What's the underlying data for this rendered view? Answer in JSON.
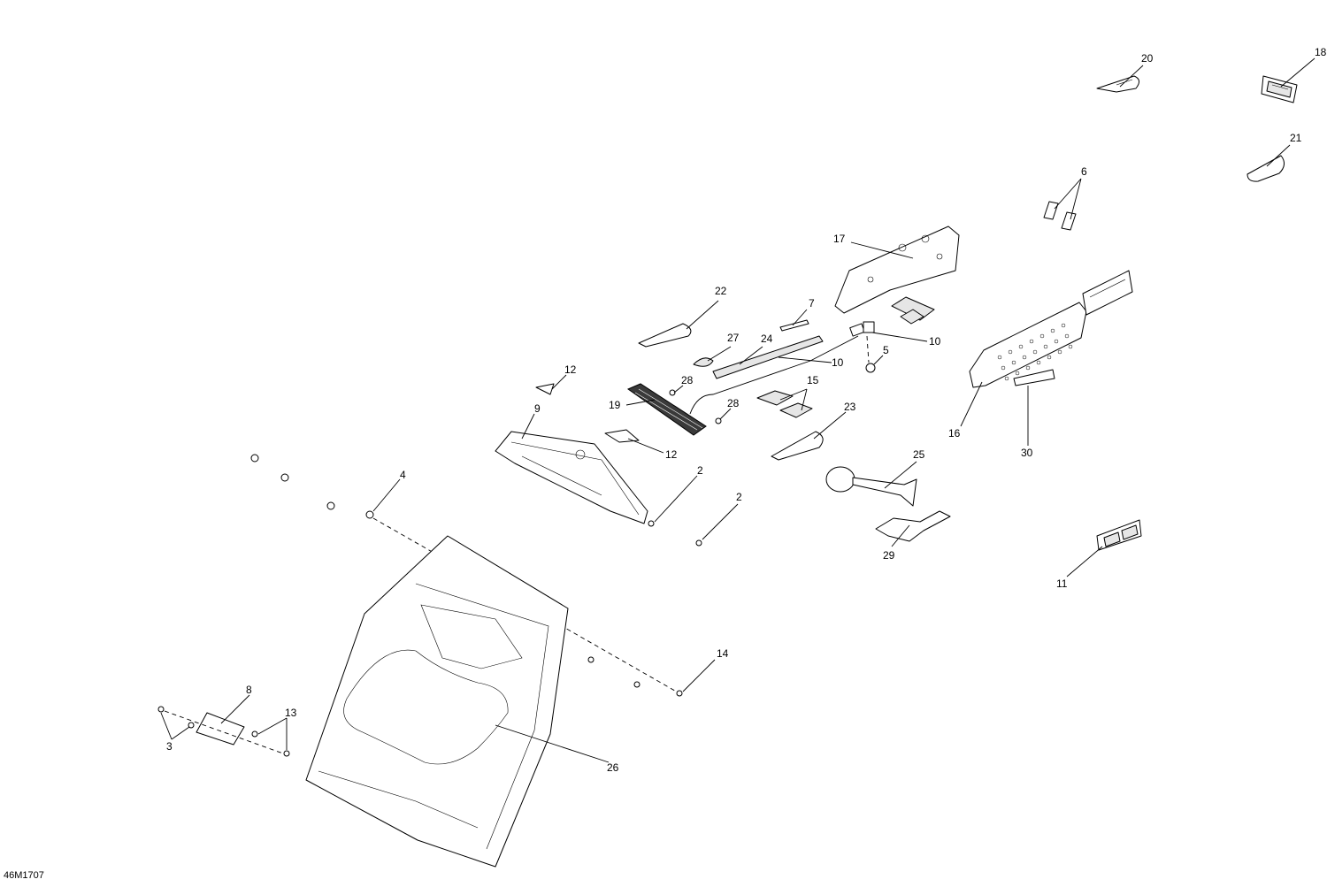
{
  "diagram": {
    "drawing_code": "46M1707",
    "callouts": [
      "20",
      "18",
      "21",
      "6",
      "17",
      "22",
      "7",
      "27",
      "24",
      "10",
      "10",
      "5",
      "12",
      "28",
      "19",
      "15",
      "28",
      "23",
      "9",
      "12",
      "16",
      "30",
      "25",
      "2",
      "2",
      "4",
      "29",
      "11",
      "14",
      "8",
      "13",
      "3",
      "26"
    ]
  },
  "colors": {
    "line": "#000000",
    "background": "#ffffff",
    "shade": "#e6e6e6",
    "dark": "#3a3a3a"
  }
}
